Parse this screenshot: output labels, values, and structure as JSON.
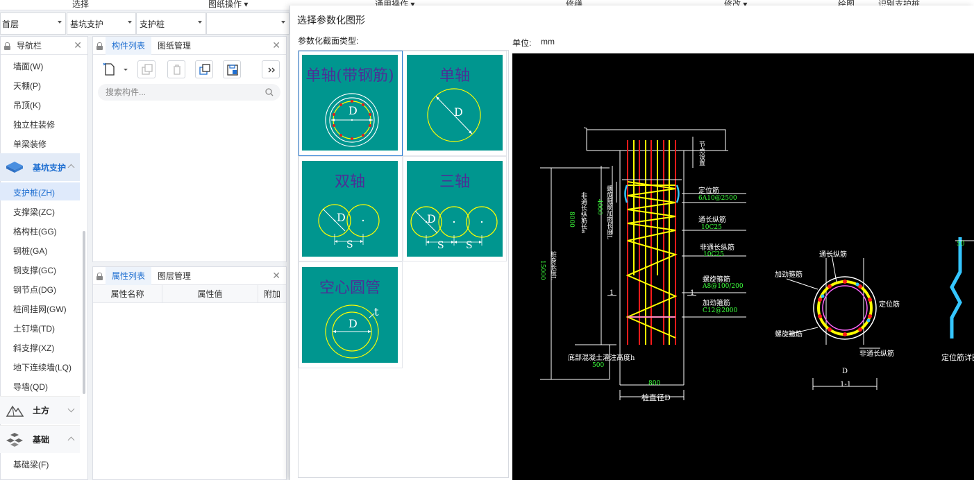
{
  "ribbon": {
    "items": [
      "选择",
      "图纸操作 ▾",
      "通用操作 ▾",
      "修缮",
      "修改 ▾",
      "绘图",
      "识别支护桩"
    ]
  },
  "selectors": {
    "floor": "首层",
    "category": "基坑支护",
    "component": "支护桩"
  },
  "nav": {
    "title": "导航栏",
    "items_top": [
      "墙面(W)",
      "天棚(P)",
      "吊顶(K)",
      "独立柱装修",
      "单梁装修"
    ],
    "group_support": "基坑支护",
    "items_support": [
      "支护桩(ZH)",
      "支撑梁(ZC)",
      "格构柱(GG)",
      "钢桩(GA)",
      "钢支撑(GC)",
      "钢节点(DG)",
      "桩间挂网(GW)",
      "土钉墙(TD)",
      "斜支撑(XZ)",
      "地下连续墙(LQ)",
      "导墙(QD)"
    ],
    "group_earth": "土方",
    "group_found": "基础",
    "items_found": [
      "基础梁(F)"
    ]
  },
  "components_panel": {
    "tab_list": "构件列表",
    "tab_drawing": "图纸管理",
    "search_placeholder": "搜索构件..."
  },
  "props_panel": {
    "tab_props": "属性列表",
    "tab_layers": "图层管理",
    "col_name": "属性名称",
    "col_value": "属性值",
    "col_extra": "附加"
  },
  "dialog": {
    "title": "选择参数化图形",
    "section_label": "参数化截面类型:",
    "unit_label": "单位:",
    "unit_value": "mm",
    "shapes": [
      {
        "label": "单轴(带钢筋)",
        "dim": "D"
      },
      {
        "label": "单轴",
        "dim": "D"
      },
      {
        "label": "双轴",
        "dim": "D",
        "spacing": "S"
      },
      {
        "label": "三轴",
        "dim": "D",
        "spacing": "S"
      },
      {
        "label": "空心圆管",
        "dim": "D",
        "thickness": "t"
      }
    ]
  },
  "preview": {
    "v_labels": [
      "节点设置",
      "锚固长度",
      "非通长纵筋长a",
      "桩身长度L",
      "螺旋箍筋加密长度L"
    ],
    "green_values": [
      "4000",
      "8000",
      "15000"
    ],
    "callouts": [
      "定位筋",
      "通长纵筋",
      "非通长纵筋",
      "螺旋箍筋",
      "加劲箍筋"
    ],
    "callout_values": [
      "6A10@2500",
      "10C25",
      "10C25",
      "A8@100/200",
      "C12@2000"
    ],
    "bottom_label": "底部混凝土灌注高度h",
    "bottom_value": "500",
    "dia_value": "800",
    "dia_label": "桩直径D",
    "marks": [
      "1",
      "1"
    ],
    "section_labels": [
      "通长纵筋",
      "加劲箍筋",
      "定位筋",
      "螺旋箍筋",
      "非通长纵筋"
    ],
    "section_dim": "D",
    "section_title": "1-1",
    "detail_value": "50",
    "detail_label": "定位筋详图"
  }
}
